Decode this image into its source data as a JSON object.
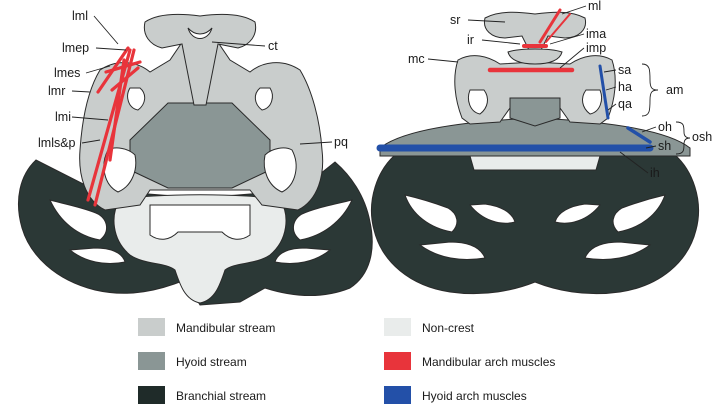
{
  "colors": {
    "mandibular_stream": "#c9cdcc",
    "hyoid_stream": "#8a9695",
    "branchial_stream": "#2b3836",
    "non_crest": "#e9eceb",
    "mandibular_muscles": "#e8343b",
    "hyoid_muscles": "#2350a8"
  },
  "dorsal_labels": {
    "lml": "lml",
    "lmep": "lmep",
    "lmes": "lmes",
    "lmr": "lmr",
    "lmi": "lmi",
    "lmls_p": "lmls&p",
    "ct": "ct",
    "pq": "pq"
  },
  "ventral_labels": {
    "sr": "sr",
    "ml": "ml",
    "ir": "ir",
    "ima": "ima",
    "mc": "mc",
    "imp": "imp",
    "sa": "sa",
    "ha": "ha",
    "qa": "qa",
    "am": "am",
    "oh": "oh",
    "sh": "sh",
    "osh": "osh",
    "ih": "ih"
  },
  "legend": {
    "mandibular_stream": "Mandibular stream",
    "hyoid_stream": "Hyoid stream",
    "branchial_stream": "Branchial stream",
    "non_crest": "Non-crest",
    "mandibular_muscles": "Mandibular arch muscles",
    "hyoid_muscles": "Hyoid arch muscles"
  }
}
